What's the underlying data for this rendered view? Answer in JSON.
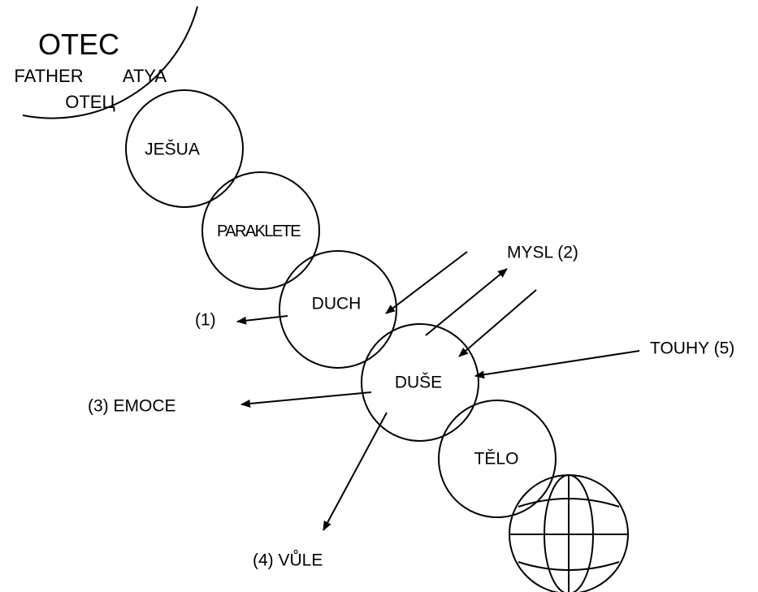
{
  "father": {
    "title": "OTEC",
    "english": "FATHER",
    "hungarian": "ATYA",
    "cyrillic": "OTEЦ"
  },
  "nodes": {
    "jesua": "JEŠUA",
    "paraklete": "PARAKLETE",
    "duch": "DUCH",
    "duse": "DUŠE",
    "telo": "TĚLO"
  },
  "labels": {
    "one": "(1)",
    "mysl": "MYSL (2)",
    "emoce": "(3) EMOCE",
    "vule": "(4) VŮLE",
    "touhy": "TOUHY (5)"
  },
  "globe": {
    "icon": "globe-icon"
  },
  "colors": {
    "stroke": "#000000",
    "background": "#ffffff"
  }
}
